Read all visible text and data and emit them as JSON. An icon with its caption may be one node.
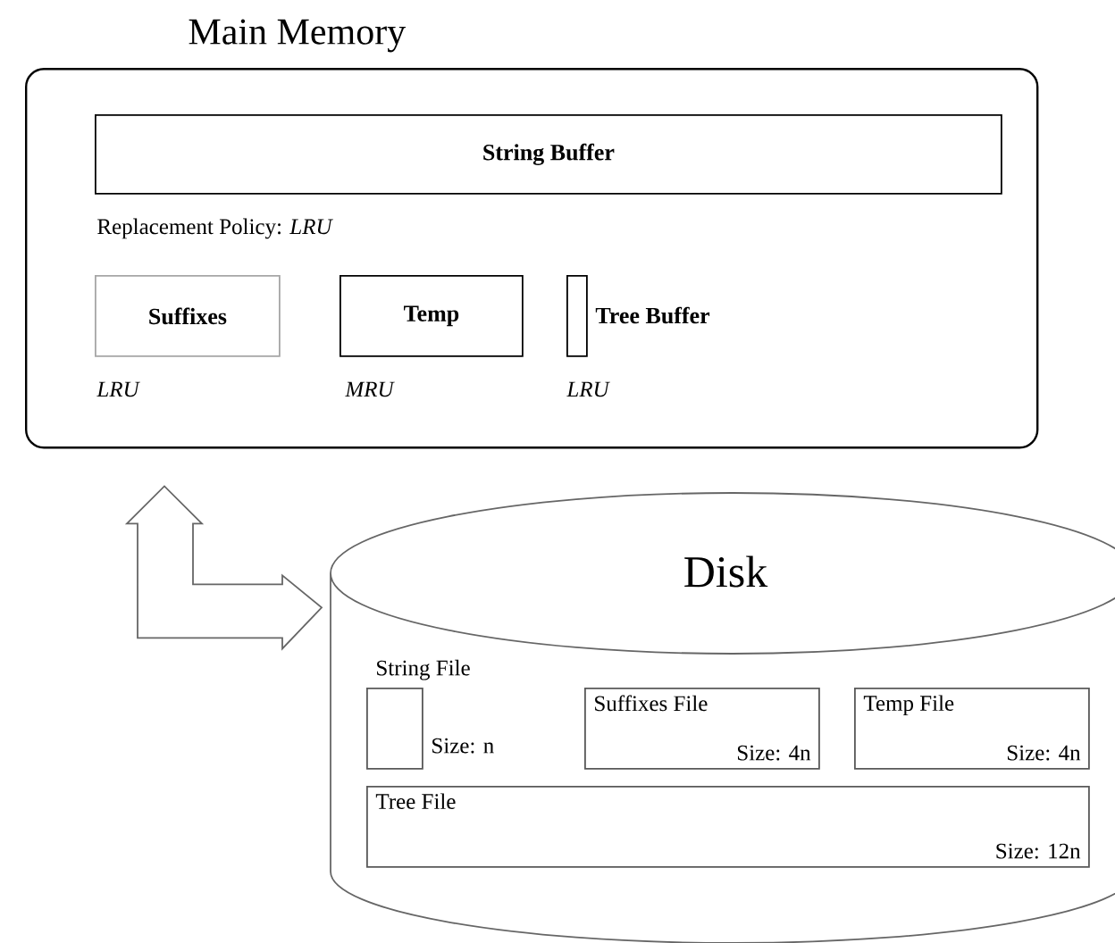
{
  "diagram": {
    "nodes": [
      {
        "text": [
          "Main Memory"
        ]
      },
      {
        "text": [
          "String Buffer"
        ],
        "in": 0
      },
      {
        "text": [
          "Suffixes"
        ],
        "in": 0,
        "beside": [
          "LRU"
        ]
      },
      {
        "text": [
          "Temp"
        ],
        "in": 0,
        "beside": [
          "MRU"
        ]
      },
      {
        "text": [
          "Tree Buffer"
        ],
        "in": 0,
        "beside": [
          "LRU"
        ]
      },
      {
        "text": [
          "Disk"
        ]
      },
      {
        "text": [
          "String File",
          "Size: n"
        ],
        "in": 5
      },
      {
        "text": [
          "Suffixes File",
          "Size: 4n"
        ],
        "in": 5
      },
      {
        "text": [
          "Temp File",
          "Size: 4n"
        ],
        "in": 5
      },
      {
        "text": [
          "Tree File",
          "Size: 12n"
        ],
        "in": 5
      }
    ],
    "edges": [
      {
        "from": 0,
        "to": 5,
        "arrow": "both"
      }
    ],
    "labels": [
      "Replacement Policy: *LRU*"
    ]
  }
}
